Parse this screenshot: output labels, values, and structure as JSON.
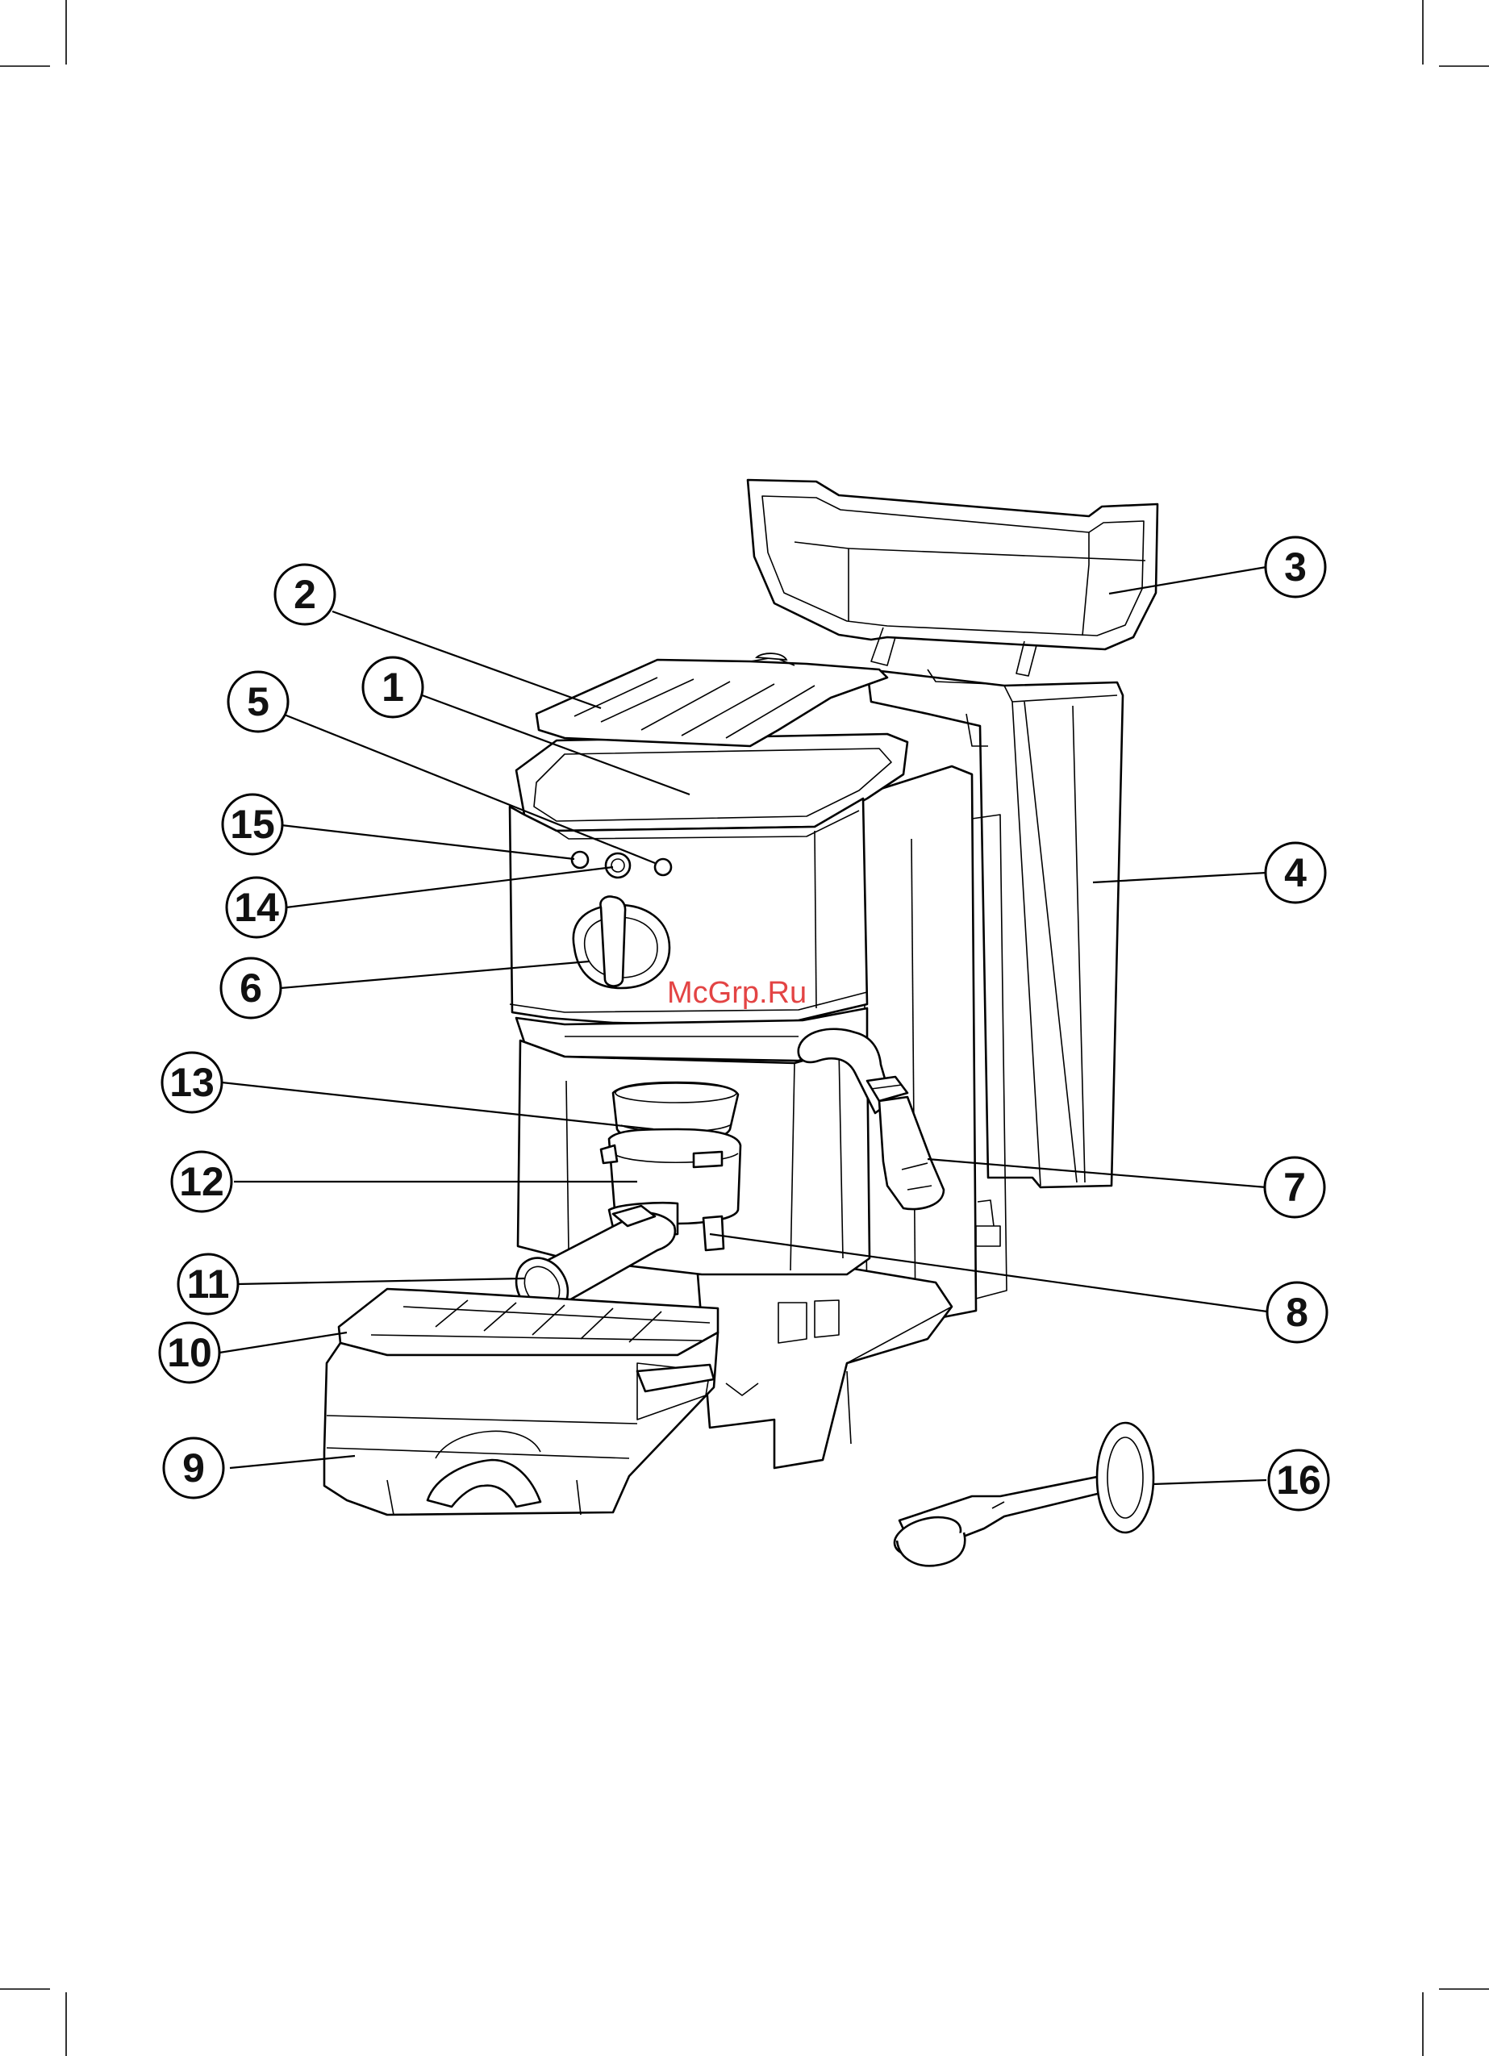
{
  "callouts": [
    {
      "num": "1"
    },
    {
      "num": "2"
    },
    {
      "num": "3"
    },
    {
      "num": "4"
    },
    {
      "num": "5"
    },
    {
      "num": "6"
    },
    {
      "num": "7"
    },
    {
      "num": "8"
    },
    {
      "num": "9"
    },
    {
      "num": "10"
    },
    {
      "num": "11"
    },
    {
      "num": "12"
    },
    {
      "num": "13"
    },
    {
      "num": "14"
    },
    {
      "num": "15"
    },
    {
      "num": "16"
    }
  ],
  "watermark": "McGrp.Ru",
  "colors": {
    "line": "#000000",
    "background": "#ffffff",
    "watermark": "#e03030"
  }
}
